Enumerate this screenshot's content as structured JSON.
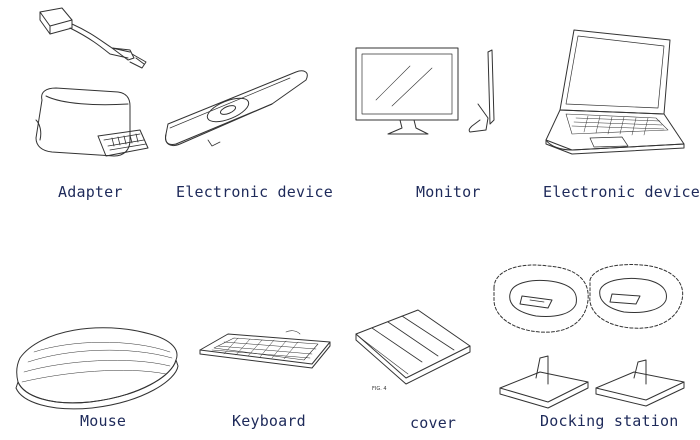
{
  "labels": {
    "adapter": "Adapter",
    "electronic_device_1": "Electronic device",
    "monitor": "Monitor",
    "electronic_device_2": "Electronic device",
    "mouse": "Mouse",
    "keyboard": "Keyboard",
    "cover": "cover",
    "docking_station": "Docking station"
  },
  "small_caption": "FIG. 4",
  "colors": {
    "label_text": "#1e2a5a",
    "line_art": "#333333",
    "background": "#ffffff"
  }
}
